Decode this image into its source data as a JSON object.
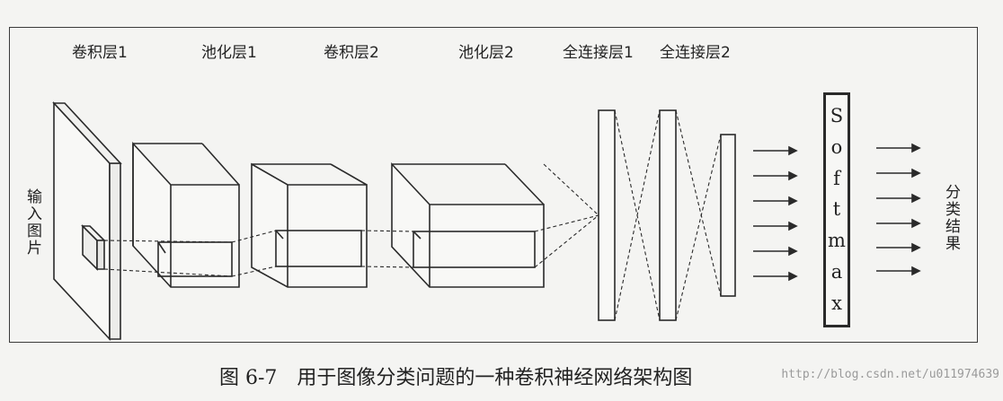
{
  "labels": {
    "conv1": "卷积层1",
    "pool1": "池化层1",
    "conv2": "卷积层2",
    "pool2": "池化层2",
    "fc1": "全连接层1",
    "fc2": "全连接层2",
    "input": "输入图片",
    "output": "分类结果"
  },
  "softmax": [
    "S",
    "o",
    "f",
    "t",
    "m",
    "a",
    "x"
  ],
  "caption": "图 6-7　用于图像分类问题的一种卷积神经网络架构图",
  "watermark": "http://blog.csdn.net/u011974639"
}
